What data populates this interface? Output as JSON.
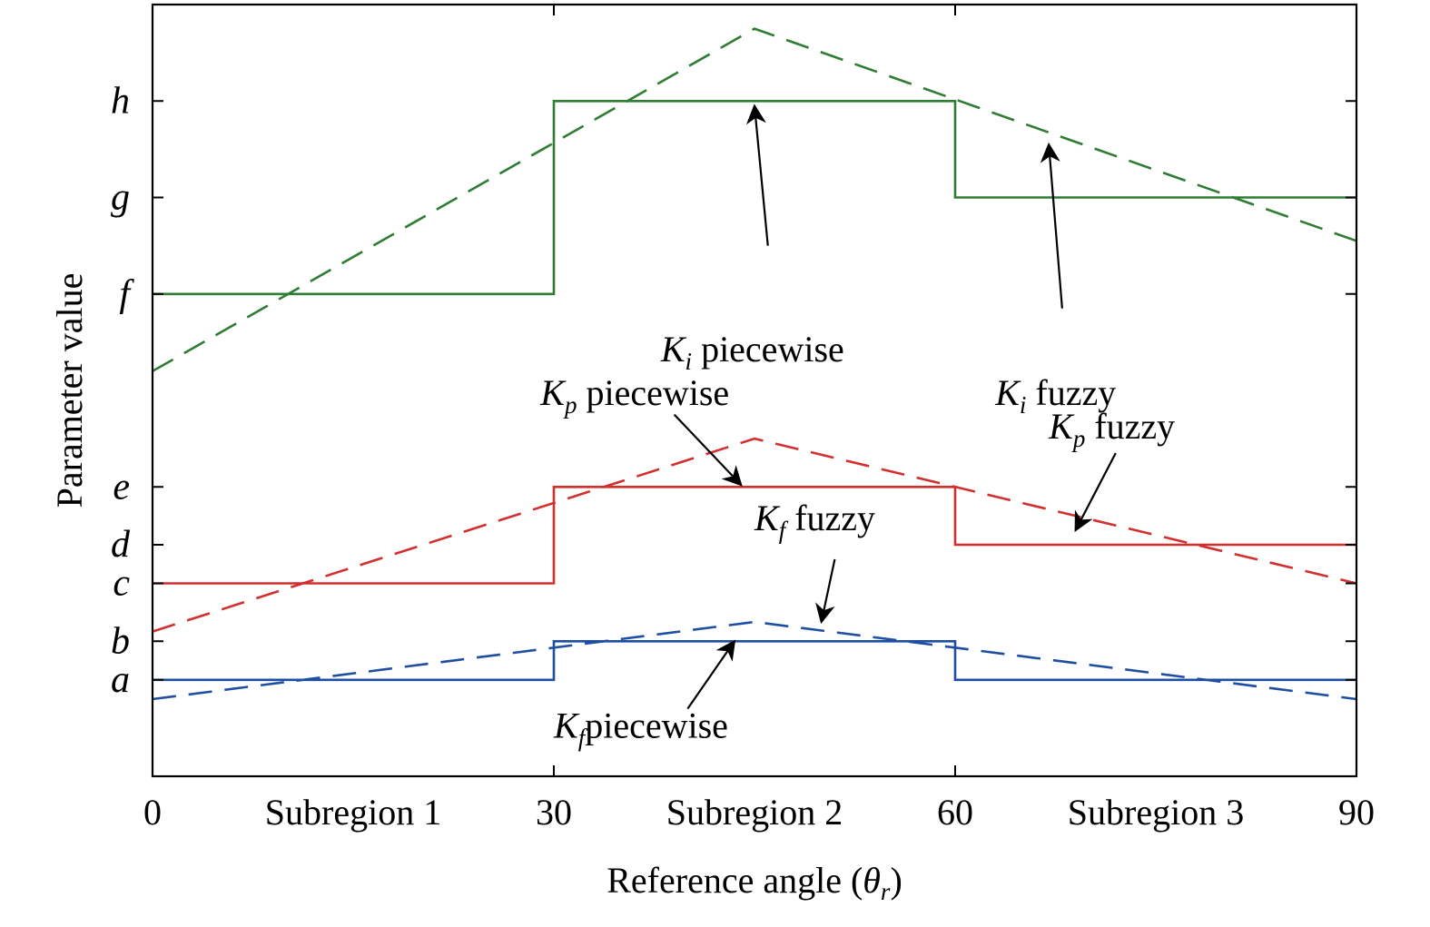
{
  "chart_data": {
    "type": "line",
    "xlabel": "Reference angle (",
    "xlabel_sym": "θ",
    "xlabel_sub": "r",
    "xlabel_end": ")",
    "ylabel": "Parameter value",
    "xlim": [
      0,
      90
    ],
    "ylim": [
      -1.0,
      7.0
    ],
    "x_ticks": [
      {
        "value": 0,
        "label": "0"
      },
      {
        "value": 30,
        "label": "30"
      },
      {
        "value": 60,
        "label": "60"
      },
      {
        "value": 90,
        "label": "90"
      }
    ],
    "x_region_labels": [
      {
        "x": 15,
        "label": "Subregion 1"
      },
      {
        "x": 45,
        "label": "Subregion 2"
      },
      {
        "x": 75,
        "label": "Subregion 3"
      }
    ],
    "y_ticks": [
      {
        "value": 0.0,
        "label": "a"
      },
      {
        "value": 0.4,
        "label": "b"
      },
      {
        "value": 1.0,
        "label": "c"
      },
      {
        "value": 1.4,
        "label": "d"
      },
      {
        "value": 2.0,
        "label": "e"
      },
      {
        "value": 4.0,
        "label": "f"
      },
      {
        "value": 5.0,
        "label": "g"
      },
      {
        "value": 6.0,
        "label": "h"
      }
    ],
    "series": [
      {
        "key": "ki_piecewise",
        "style": "solid",
        "color": "#2e7d32",
        "x": [
          0,
          30,
          30,
          60,
          60,
          90
        ],
        "y": [
          4.0,
          4.0,
          6.0,
          6.0,
          5.0,
          5.0
        ]
      },
      {
        "key": "ki_fuzzy",
        "style": "dashed",
        "color": "#2e7d32",
        "x": [
          0,
          45,
          90
        ],
        "y": [
          3.2,
          6.75,
          4.55
        ]
      },
      {
        "key": "kp_piecewise",
        "style": "solid",
        "color": "#d32f2f",
        "x": [
          0,
          30,
          30,
          60,
          60,
          90
        ],
        "y": [
          1.0,
          1.0,
          2.0,
          2.0,
          1.4,
          1.4
        ]
      },
      {
        "key": "kp_fuzzy",
        "style": "dashed",
        "color": "#d32f2f",
        "x": [
          0,
          45,
          90
        ],
        "y": [
          0.5,
          2.5,
          1.0
        ]
      },
      {
        "key": "kf_piecewise",
        "style": "solid",
        "color": "#1f4fa3",
        "x": [
          0,
          30,
          30,
          60,
          60,
          90
        ],
        "y": [
          0.0,
          0.0,
          0.4,
          0.4,
          0.0,
          0.0
        ]
      },
      {
        "key": "kf_fuzzy",
        "style": "dashed",
        "color": "#1f4fa3",
        "x": [
          0,
          45,
          90
        ],
        "y": [
          -0.2,
          0.6,
          -0.2
        ]
      }
    ],
    "annotations": [
      {
        "key": "ki_piecewise",
        "K": "K",
        "sub": "i",
        "text": " piecewise",
        "tx": 38,
        "ty": 3.3,
        "ax": 46,
        "ay": 4.5,
        "hx": 45,
        "hy": 5.95
      },
      {
        "key": "ki_fuzzy",
        "K": "K",
        "sub": "i",
        "text": " fuzzy",
        "tx": 63,
        "ty": 2.85,
        "ax": 68,
        "ay": 3.85,
        "hx": 67,
        "hy": 5.55
      },
      {
        "key": "kp_piecewise",
        "K": "K",
        "sub": "p",
        "text": " piecewise",
        "tx": 29,
        "ty": 2.85,
        "ax": 39,
        "ay": 2.75,
        "hx": 44,
        "hy": 2.02
      },
      {
        "key": "kp_fuzzy",
        "K": "K",
        "sub": "p",
        "text": " fuzzy",
        "tx": 67,
        "ty": 2.5,
        "ax": 72,
        "ay": 2.35,
        "hx": 69,
        "hy": 1.55
      },
      {
        "key": "kf_fuzzy",
        "K": "K",
        "sub": "f",
        "text": " fuzzy",
        "tx": 45,
        "ty": 1.55,
        "ax": 51,
        "ay": 1.25,
        "hx": 50,
        "hy": 0.6
      },
      {
        "key": "kf_piecewise",
        "K": "K",
        "sub": "f",
        "text": "piecewise",
        "tx": 30,
        "ty": -0.6,
        "ax": 40,
        "ay": -0.3,
        "hx": 43.5,
        "hy": 0.4
      }
    ]
  }
}
